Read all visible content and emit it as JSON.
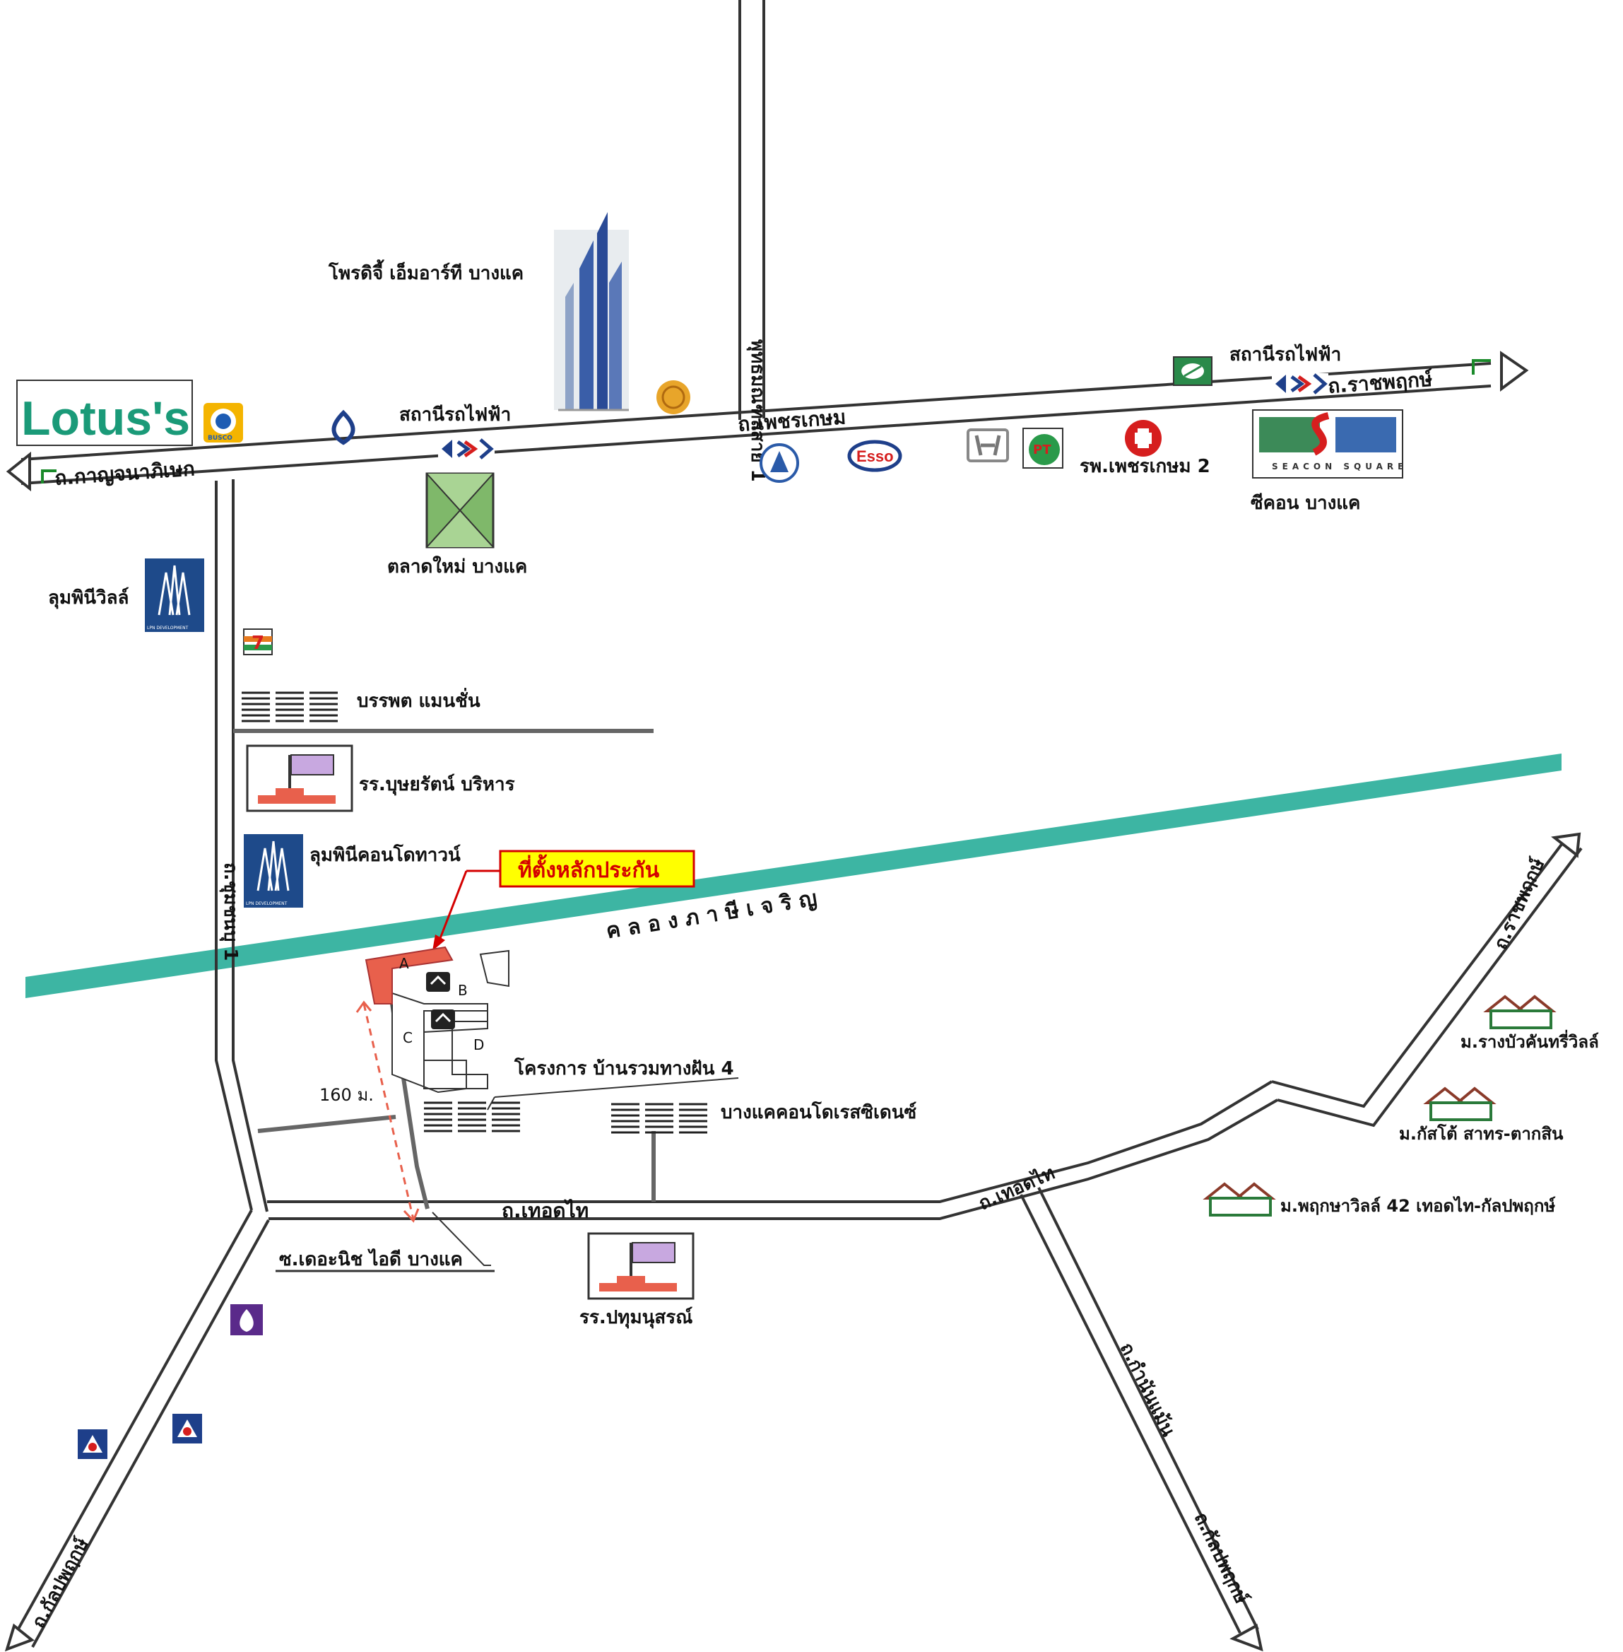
{
  "roads": {
    "kanchanaphisek": "ถ.กาญจนาภิเษก",
    "phetkasem": "ถ.เพชรเกษม",
    "ratchaphruek_top": "ถ.ราชพฤกษ์",
    "phutthamonthon": "พุทธมณฑลสาย 1",
    "bang_waek_like": "ถ.ชุมชนบุ 1",
    "thoet_thai": "ถ.เทอดไท",
    "thoet_thai_2": "ถ.เทอดไท",
    "ratchaphruek_right": "ถ.ราชพฤกษ์",
    "kanlapaphruek_left": "ถ.กัลปพฤกษ์",
    "kamnan_maen": "ถ.กำนันแม้น",
    "kanlapaphruek_right": "ถ.กัลปพฤกษ์",
    "soi": "ซ.เดอะนิช ไอดี บางแค"
  },
  "canal": "ค ล อ ง ภ า ษี เ จ ริ ญ",
  "places": {
    "lotus": "Lotus's",
    "bangchak": "BUSCO",
    "station_left": "สถานีรถไฟฟ้า",
    "station_right": "สถานีรถไฟฟ้า",
    "condo_tower": "โพรดิจี้ เอ็มอาร์ที บางแค",
    "talat_mai": "ตลาดใหม่ บางแค",
    "lumpini_ville": "ลุมพินีวิลล์",
    "bantoei": "บรรพต แมนชั่น",
    "school1": "รร.บุษยรัตน์ บริหาร",
    "lumpini_condo": "ลุมพินีคอนโดทาวน์",
    "hospital": "รพ.เพชรเกษม 2",
    "seacon": "ซีคอน บางแค",
    "seacon_logo": "SEACON SQUARE",
    "esso": "Esso",
    "project": "โครงการ บ้านรวมทางฝัน 4",
    "bangkhae_condo": "บางแคคอนโดเรสซิเดนซ์",
    "school2": "รร.ปทุมนุสรณ์",
    "village1": "ม.รางบัวคันทรี่วิลล์",
    "village2": "ม.กัสโต้ สาทร-ตากสิน",
    "village3": "ม.พฤกษาวิลล์ 42 เทอดไท-กัลปพฤกษ์",
    "lpn_logo": "LPN DEVELOPMENT",
    "seven": "7"
  },
  "collateral_label": "ที่ตั้งหลักประกัน",
  "distance": "160 ม.",
  "plot_letters": [
    "A",
    "B",
    "C",
    "D"
  ],
  "colors": {
    "canal": "#3db5a3",
    "road": "#444444",
    "plot": "#e8604c",
    "callout_bg": "#ffff00",
    "callout_text": "#d40000"
  }
}
